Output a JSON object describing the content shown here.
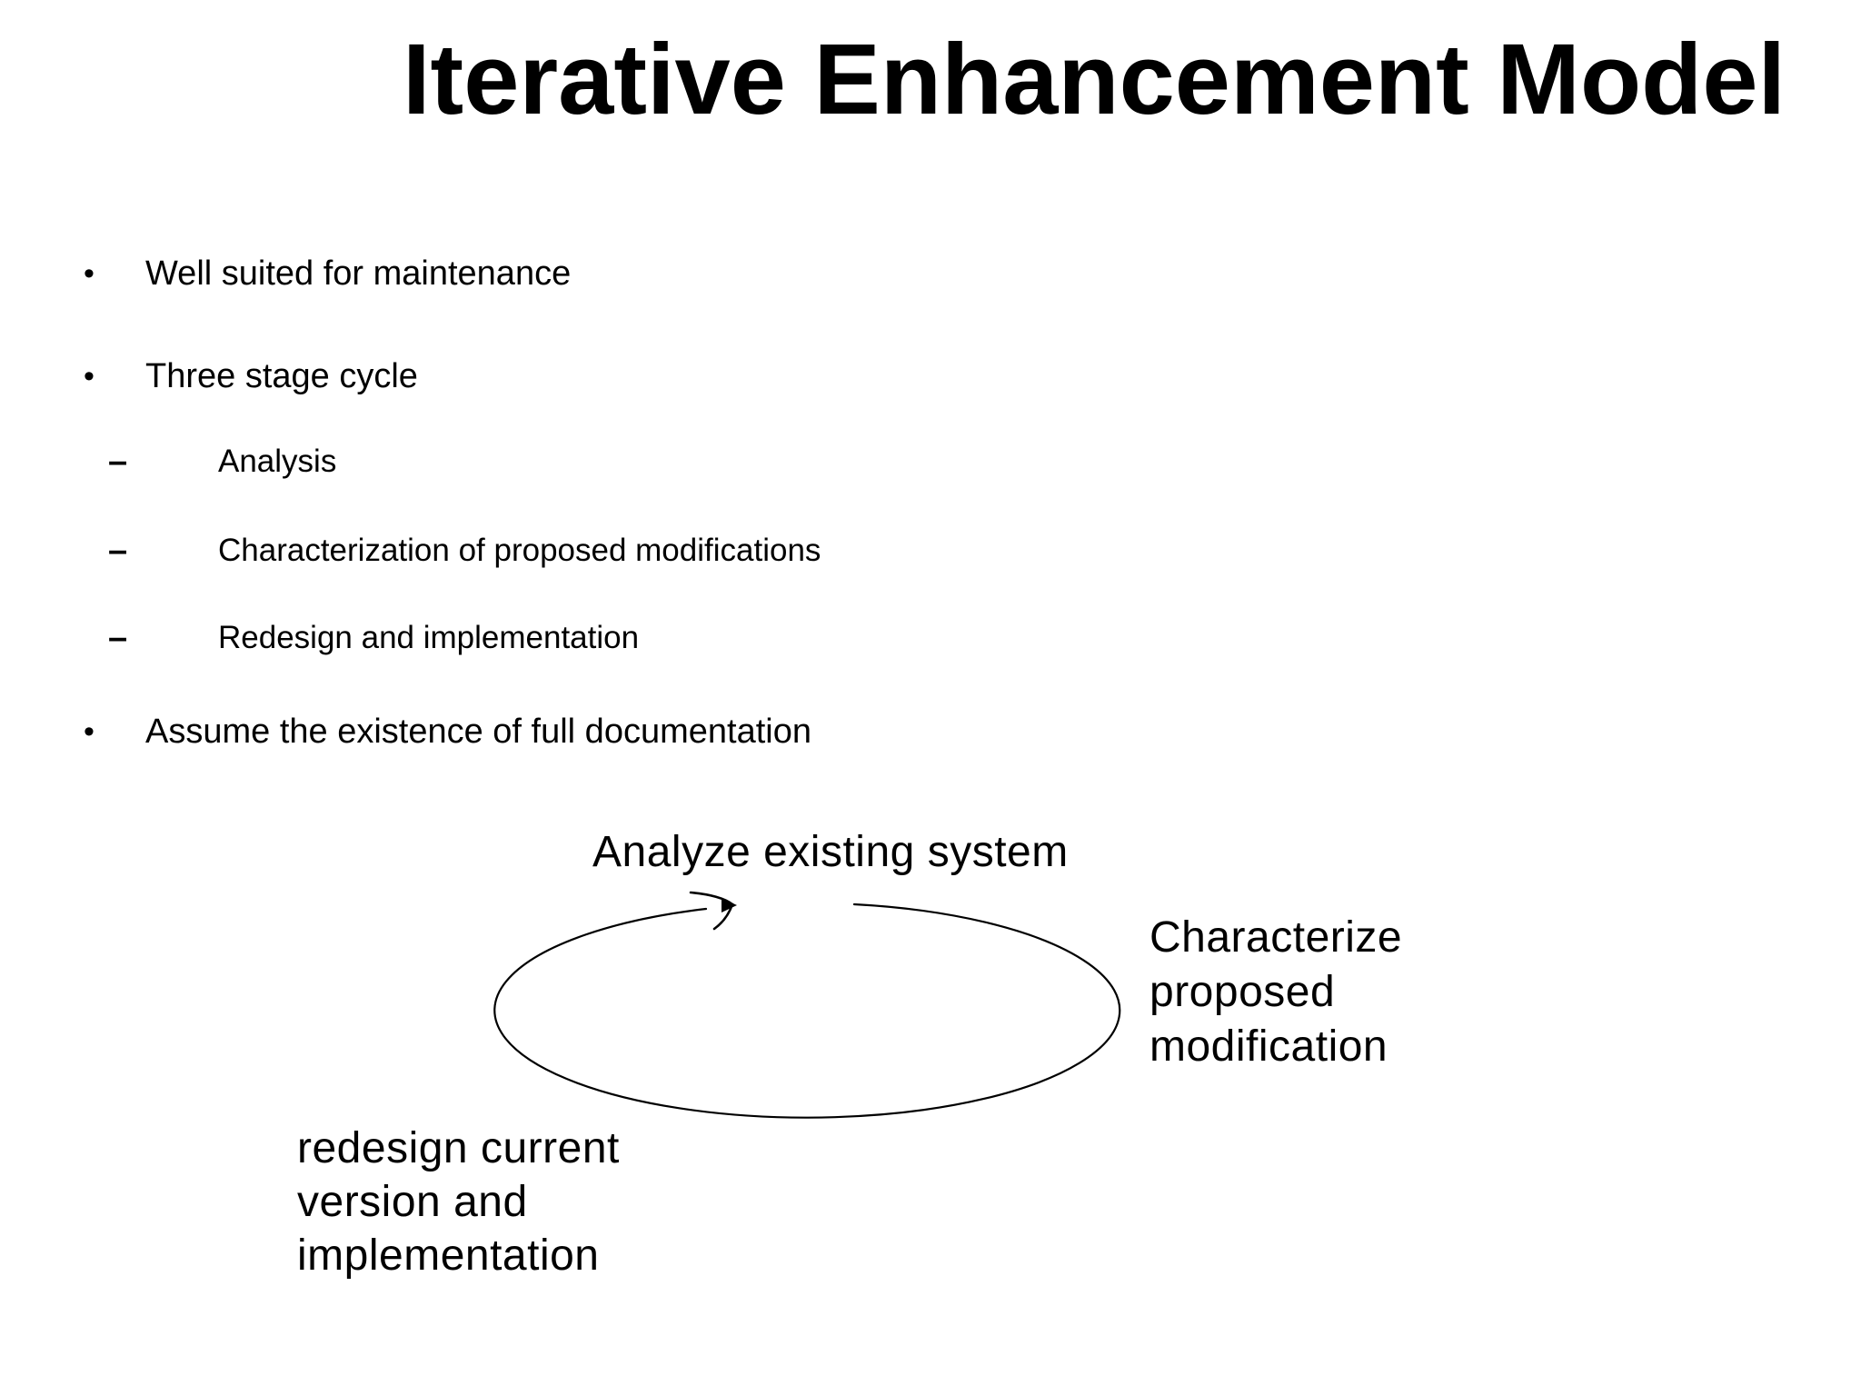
{
  "slide": {
    "title": "Iterative Enhancement Model",
    "bullets": [
      {
        "level": 1,
        "marker": "•",
        "text": "Well suited for maintenance"
      },
      {
        "level": 1,
        "marker": "•",
        "text": "Three stage cycle"
      },
      {
        "level": 2,
        "marker": "–",
        "text": "Analysis"
      },
      {
        "level": 2,
        "marker": "–",
        "text": "Characterization of proposed modifications"
      },
      {
        "level": 2,
        "marker": "–",
        "text": "Redesign and implementation"
      },
      {
        "level": 1,
        "marker": "•",
        "text": "Assume the existence of full documentation"
      }
    ],
    "diagram": {
      "top_label": "Analyze existing system",
      "right_label_lines": [
        "Characterize",
        "proposed",
        "modification"
      ],
      "bottom_left_label_lines": [
        "redesign current",
        "version and",
        "implementation"
      ]
    },
    "colors": {
      "background": "#ffffff",
      "text": "#000000"
    }
  }
}
